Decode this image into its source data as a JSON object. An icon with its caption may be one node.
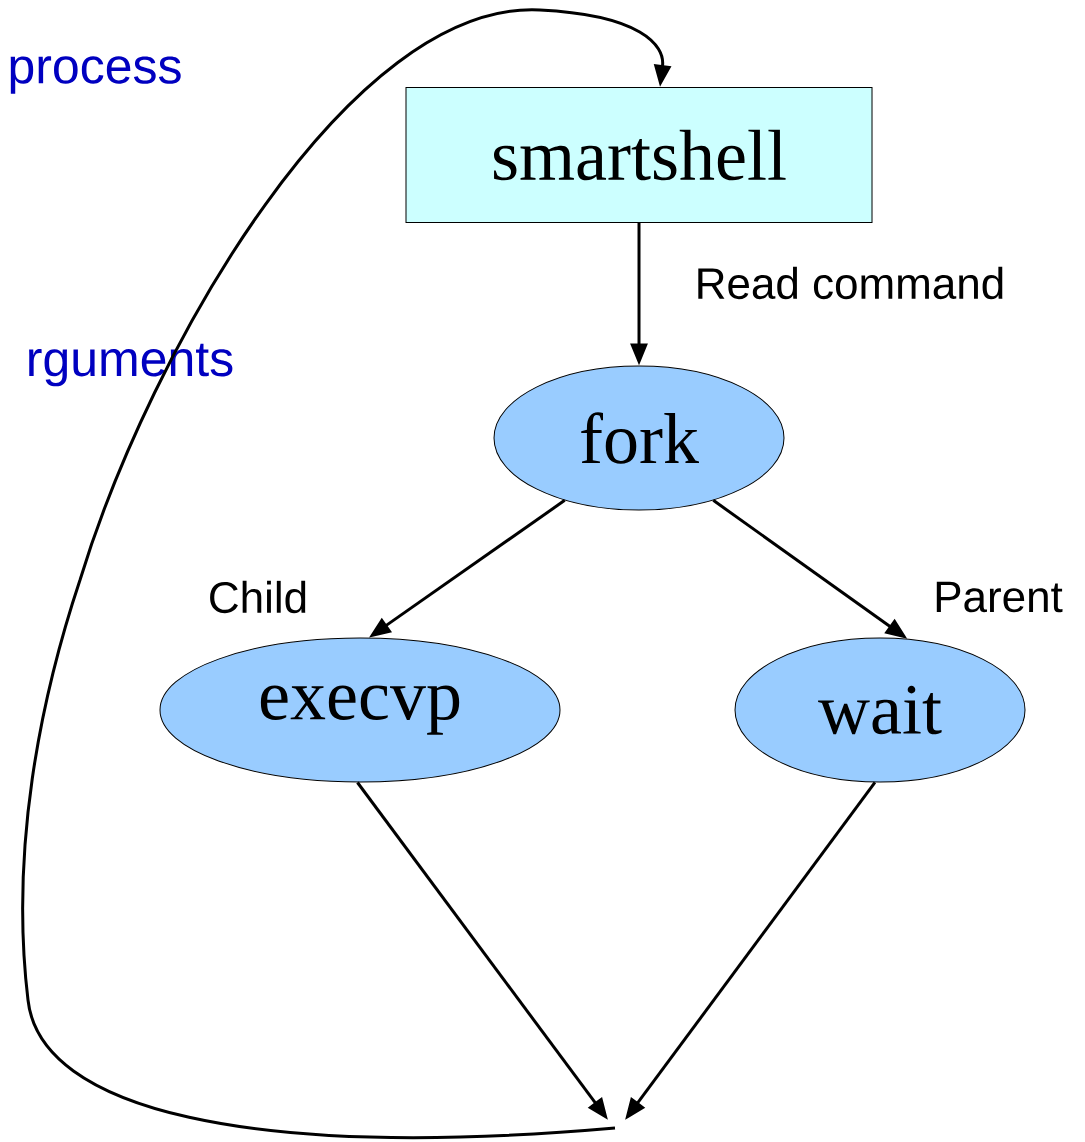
{
  "diagram": {
    "nodes": [
      {
        "text": [
          "smartshell"
        ]
      },
      {
        "text": [
          "fork"
        ]
      },
      {
        "text": [
          "execvp"
        ]
      },
      {
        "text": [
          "wait"
        ]
      }
    ],
    "edges": [
      {
        "from": 0,
        "to": 1,
        "arrow": "to",
        "label": "Read command"
      },
      {
        "from": 1,
        "to": 2,
        "arrow": "to",
        "label": "Child"
      },
      {
        "from": 1,
        "to": 3,
        "arrow": "to",
        "label": "Parent"
      },
      {
        "from": 2,
        "to": null,
        "arrow": "to"
      },
      {
        "from": 3,
        "to": null,
        "arrow": "to"
      },
      {
        "from": null,
        "to": 0,
        "arrow": "to"
      }
    ],
    "labels": [
      "process",
      "rguments"
    ]
  }
}
